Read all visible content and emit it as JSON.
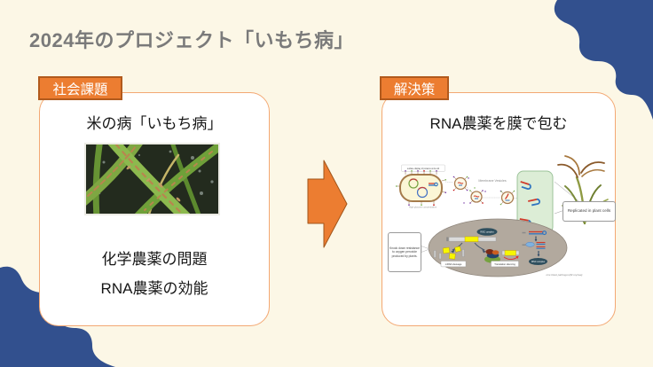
{
  "slide": {
    "title": "2024年のプロジェクト「いもち病」"
  },
  "left_card": {
    "badge": "社会課題",
    "heading": "米の病「いもち病」",
    "point1": "化学農薬の問題",
    "point2": "RNA農薬の効能"
  },
  "right_card": {
    "badge": "解決策",
    "heading": "RNA農薬を膜で包む"
  },
  "diagram": {
    "ecoli_caption": "surface display of proteins on E.coli",
    "glucose_caption": "High glucose concentration",
    "vesicles_label": "Membrane Vesicles",
    "replicated_callout": "Replicated in plant cells",
    "knockdown_callout": "Knock down resistance to oxygen peroxide produced by plants.",
    "risc_complex_top": "RISC complex",
    "risc_complex_bottom": "RISC complex",
    "mrna_cleavage_label": "mRNA cleavage",
    "translation_silencing_label": "Translation silencing",
    "pathogen_label": "rice blast pathogen(M.oryzae)"
  },
  "colors": {
    "background": "#FCF7E6",
    "blob_blue": "#32508E",
    "accent_orange": "#EC7D31",
    "badge_border": "#B15A1D",
    "card_border": "#F3A873",
    "title_gray": "#7A7A7A"
  }
}
